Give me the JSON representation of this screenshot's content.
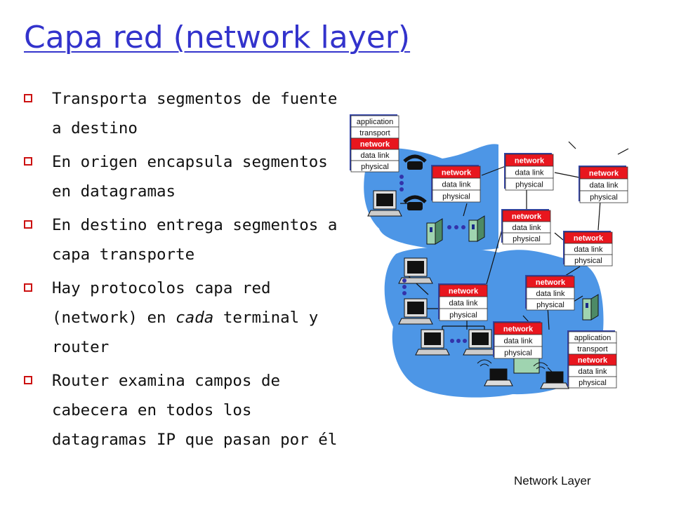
{
  "slide": {
    "title": "Capa red (network layer)",
    "bullets": [
      {
        "parts": [
          "Transporta segmentos de fuente a destino"
        ]
      },
      {
        "parts": [
          "En origen encapsula segmentos en datagramas"
        ]
      },
      {
        "parts": [
          "En destino entrega segmentos a capa transporte"
        ]
      },
      {
        "parts": [
          "Hay protocolos capa red (network) en ",
          "cada",
          " terminal y router"
        ]
      },
      {
        "parts": [
          "Router examina campos de cabecera en todos los datagramas IP que pasan por él"
        ]
      }
    ],
    "footer": "Network Layer"
  },
  "diagram": {
    "stacks": [
      {
        "id": "host-top",
        "layers": [
          "application",
          "transport",
          "network",
          "data link",
          "physical"
        ]
      },
      {
        "id": "router-1",
        "layers": [
          "network",
          "data link",
          "physical"
        ]
      },
      {
        "id": "router-2",
        "layers": [
          "network",
          "data link",
          "physical"
        ]
      },
      {
        "id": "router-3",
        "layers": [
          "network",
          "data link",
          "physical"
        ]
      },
      {
        "id": "router-4",
        "layers": [
          "network",
          "data link",
          "physical"
        ]
      },
      {
        "id": "router-5",
        "layers": [
          "network",
          "data link",
          "physical"
        ]
      },
      {
        "id": "router-6",
        "layers": [
          "network",
          "data link",
          "physical"
        ]
      },
      {
        "id": "router-7",
        "layers": [
          "network",
          "data link",
          "physical"
        ]
      },
      {
        "id": "router-8",
        "layers": [
          "network",
          "data link",
          "physical"
        ]
      },
      {
        "id": "host-bottom",
        "layers": [
          "application",
          "transport",
          "network",
          "data link",
          "physical"
        ]
      }
    ],
    "colors": {
      "cloud": "#4d96e6",
      "network_layer": "#e8161e",
      "stack_face": "#ffffff",
      "stack_shadow": "#3344aa",
      "title": "#3333cc",
      "bullet_box": "#cc1111",
      "dots": "#3333aa"
    }
  }
}
